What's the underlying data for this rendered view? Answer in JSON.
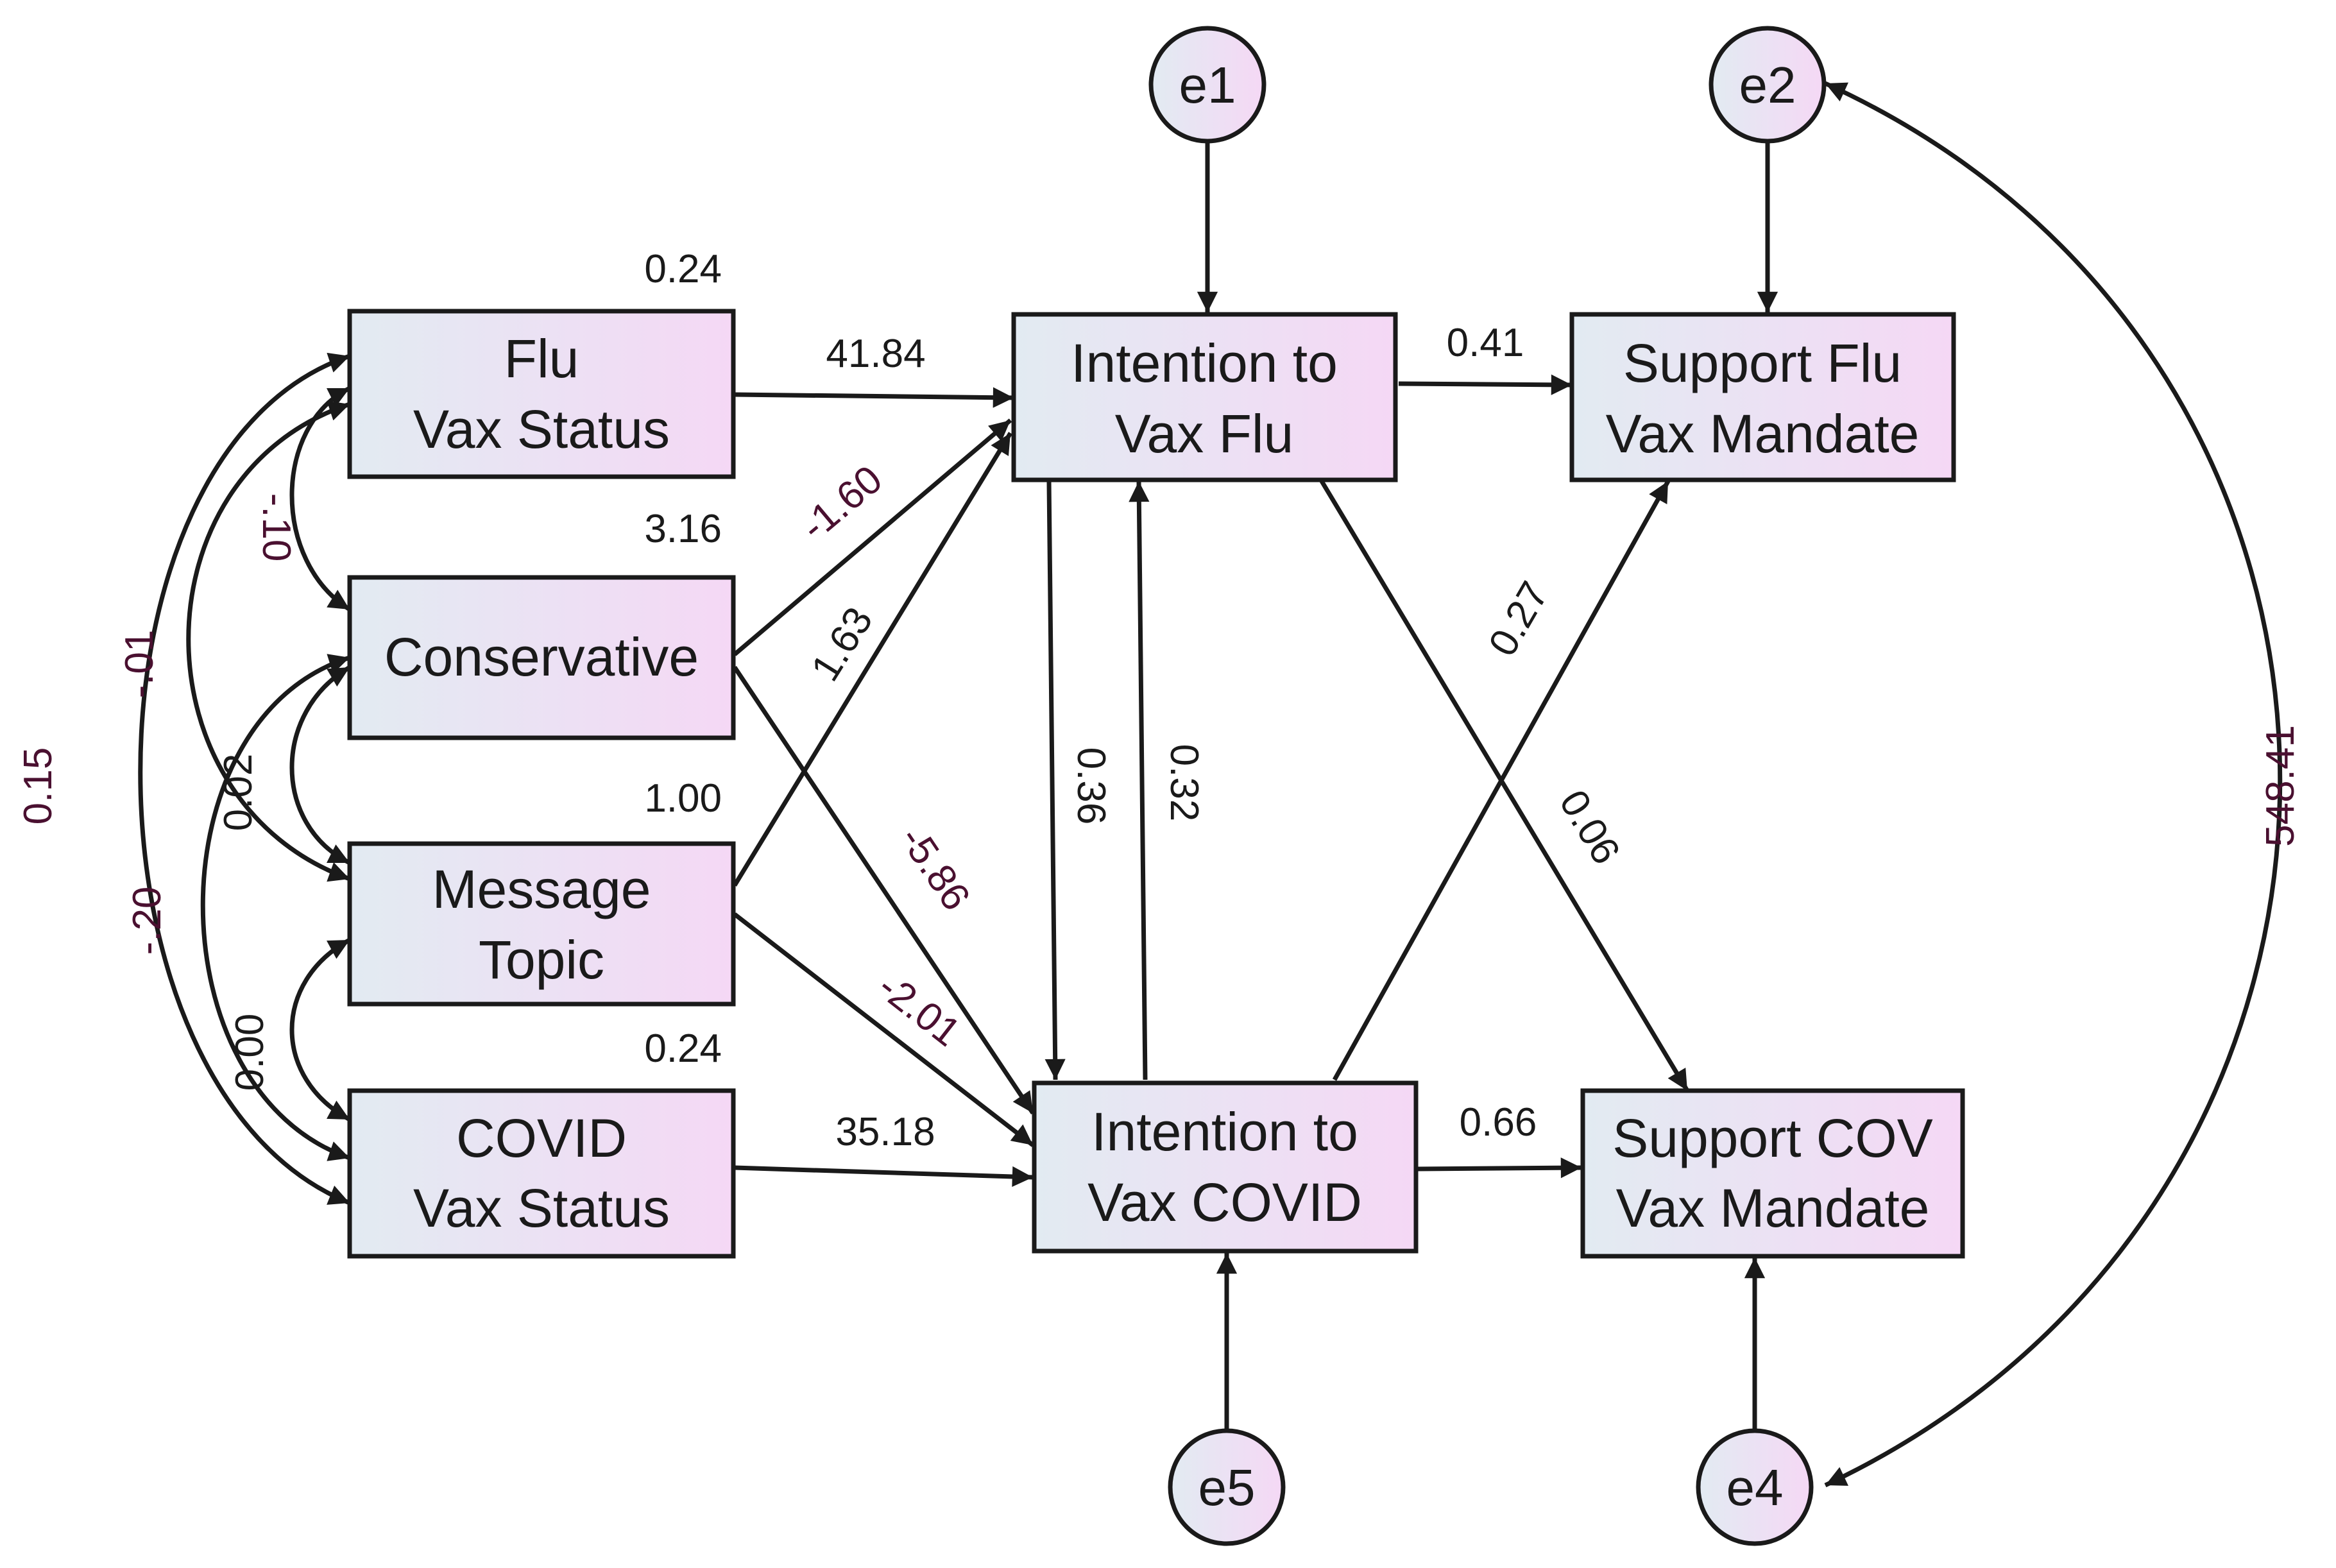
{
  "observed": {
    "flu_vax_status": {
      "line1": "Flu",
      "line2": "Vax Status",
      "variance": "0.24"
    },
    "conservative": {
      "line1": "Conservative",
      "variance": "3.16"
    },
    "message_topic": {
      "line1": "Message",
      "line2": "Topic",
      "variance": "1.00"
    },
    "covid_vax_status": {
      "line1": "COVID",
      "line2": "Vax Status",
      "variance": "0.24"
    }
  },
  "mediators": {
    "intention_flu": {
      "line1": "Intention to",
      "line2": "Vax Flu"
    },
    "intention_covid": {
      "line1": "Intention to",
      "line2": "Vax COVID"
    }
  },
  "outcomes": {
    "support_flu": {
      "line1": "Support Flu",
      "line2": "Vax Mandate"
    },
    "support_cov": {
      "line1": "Support COV",
      "line2": "Vax Mandate"
    }
  },
  "errors": {
    "e1": "e1",
    "e2": "e2",
    "e4": "e4",
    "e5": "e5"
  },
  "paths": {
    "flu_to_intflu": "41.84",
    "cons_to_intflu": "-1.60",
    "msg_to_intflu": "1.63",
    "cons_to_intcovid": "-5.86",
    "msg_to_intcovid": "-2.01",
    "covid_to_intcovid": "35.18",
    "intflu_to_intcovid": "0.36",
    "intcovid_to_intflu": "0.32",
    "intflu_to_supflu": "0.41",
    "intcovid_to_supflu": "0.27",
    "intflu_to_supcov": "0.06",
    "intcovid_to_supcov": "0.66"
  },
  "covariances": {
    "flu_cons": "-.10",
    "flu_msg": "-.01",
    "flu_covid": "0.15",
    "cons_msg": "0.02",
    "cons_covid": "-.20",
    "msg_covid": "0.00",
    "e2_e4": "548.41"
  },
  "colors": {
    "box_fill_left": "#e2ebf2",
    "box_fill_right": "#f5d8f5",
    "negative_text": "#4a1030",
    "stroke": "#1a1a1a"
  }
}
